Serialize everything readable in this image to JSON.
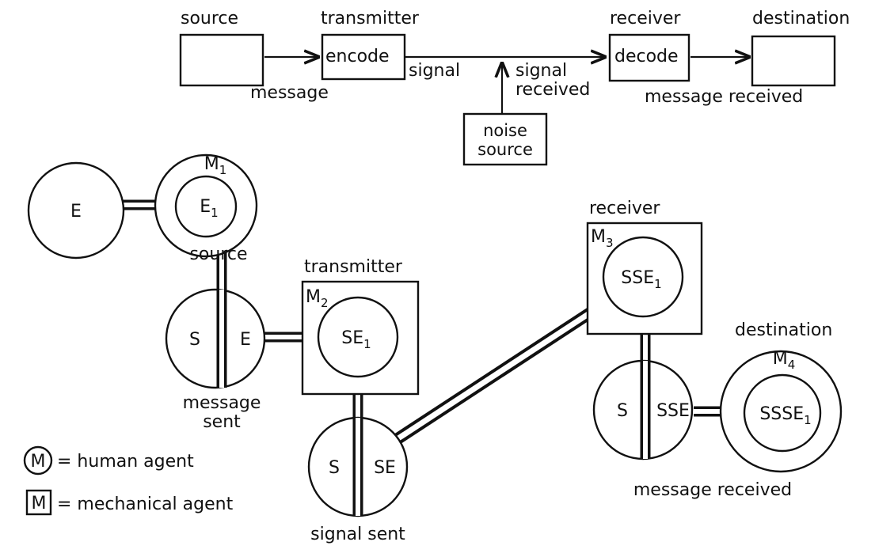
{
  "top": {
    "source": "source",
    "transmitter": "transmitter",
    "encode": "encode",
    "signal": "signal",
    "signal_received_1": "signal",
    "signal_received_2": "received",
    "receiver": "receiver",
    "decode": "decode",
    "destination": "destination",
    "message": "message",
    "message_received": "message received",
    "noise_1": "noise",
    "noise_2": "source"
  },
  "bottom": {
    "E": "E",
    "E1": "E",
    "M1": "M",
    "source": "source",
    "S": "S",
    "E2": "E",
    "message_sent_1": "message",
    "message_sent_2": "sent",
    "transmitter": "transmitter",
    "M2": "M",
    "SE1": "SE",
    "S2": "S",
    "SE2": "SE",
    "signal_sent": "signal sent",
    "receiver": "receiver",
    "M3": "M",
    "SSE1": "SSE",
    "S3": "S",
    "SSE2": "SSE",
    "destination": "destination",
    "M4": "M",
    "SSSE1": "SSSE",
    "message_received": "message received",
    "sub_1": "1",
    "sub_2": "2",
    "sub_3": "3",
    "sub_4": "4"
  },
  "legend": {
    "human_symbol": "M",
    "human_text": "= human agent",
    "mech_symbol": "M",
    "mech_text": "= mechanical agent"
  }
}
